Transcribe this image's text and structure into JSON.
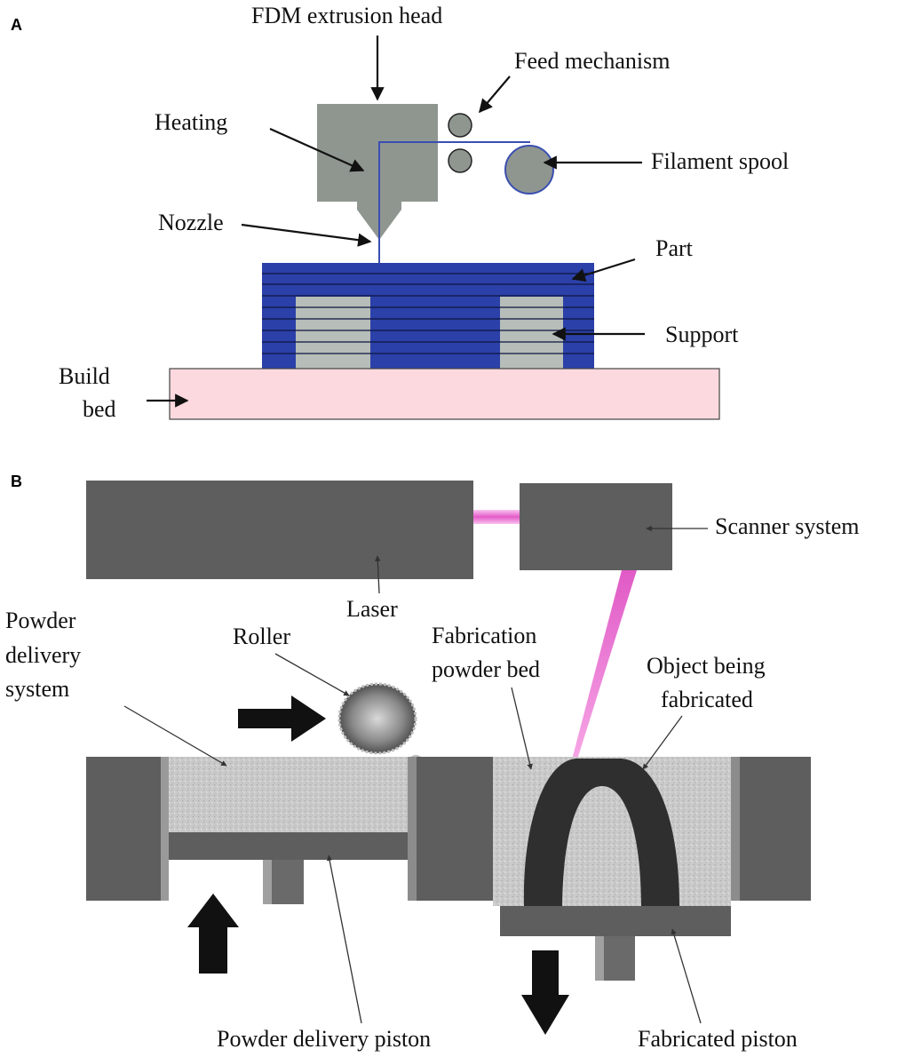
{
  "panel_a": {
    "panel_label": "A",
    "labels": {
      "extrusion_head": "FDM extrusion head",
      "feed_mechanism": "Feed mechanism",
      "heating": "Heating",
      "filament_spool": "Filament spool",
      "nozzle": "Nozzle",
      "part": "Part",
      "support": "Support",
      "build_bed_line1": "Build",
      "build_bed_line2": "bed"
    },
    "colors": {
      "head": "#8f9690",
      "part": "#2b40a8",
      "support": "#b7bdb8",
      "build_bed": "#fbd9de",
      "filament": "#3a4fb0"
    }
  },
  "panel_b": {
    "panel_label": "B",
    "labels": {
      "scanner_system": "Scanner system",
      "laser": "Laser",
      "powder_delivery_line1": "Powder",
      "powder_delivery_line2": "delivery",
      "powder_delivery_line3": "system",
      "roller": "Roller",
      "fabrication_bed_line1": "Fabrication",
      "fabrication_bed_line2": "powder bed",
      "object_line1": "Object being",
      "object_line2": "fabricated",
      "powder_piston": "Powder delivery piston",
      "fabricated_piston": "Fabricated piston"
    },
    "colors": {
      "machine": "#5e5e5e",
      "powder": "#c9c9c9",
      "object": "#2f2f2f",
      "laser_beam": "#ee66cc"
    }
  }
}
